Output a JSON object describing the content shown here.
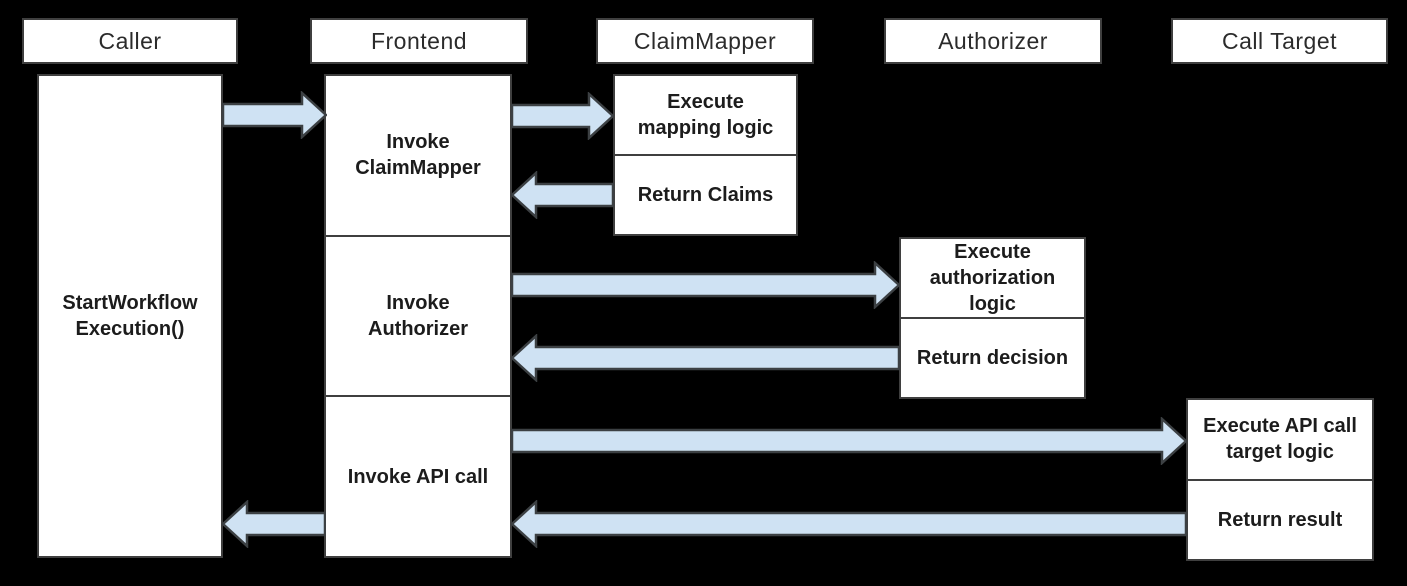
{
  "diagram": {
    "type": "sequence-diagram",
    "colors": {
      "background": "#000000",
      "box_fill": "#ffffff",
      "box_border": "#3f3f3f",
      "arrow_fill": "#cfe2f3",
      "arrow_border": "#3c4043",
      "text": "#1c1c1c"
    },
    "lanes": [
      {
        "label": "Caller"
      },
      {
        "label": "Frontend"
      },
      {
        "label": "ClaimMapper"
      },
      {
        "label": "Authorizer"
      },
      {
        "label": "Call Target"
      }
    ],
    "caller": {
      "activity": "StartWorkflow\nExecution()"
    },
    "frontend": {
      "steps": [
        {
          "label": "Invoke\nClaimMapper"
        },
        {
          "label": "Invoke\nAuthorizer"
        },
        {
          "label": "Invoke API call"
        }
      ]
    },
    "claimmapper": {
      "steps": [
        {
          "label": "Execute\nmapping logic"
        },
        {
          "label": "Return Claims"
        }
      ]
    },
    "authorizer": {
      "steps": [
        {
          "label": "Execute\nauthorization\nlogic"
        },
        {
          "label": "Return decision"
        }
      ]
    },
    "calltarget": {
      "steps": [
        {
          "label": "Execute API call\ntarget logic"
        },
        {
          "label": "Return result"
        }
      ]
    },
    "arrows": [
      {
        "from": "Caller",
        "to": "Frontend",
        "direction": "right"
      },
      {
        "from": "Frontend",
        "to": "ClaimMapper",
        "direction": "right"
      },
      {
        "from": "ClaimMapper",
        "to": "Frontend",
        "direction": "left"
      },
      {
        "from": "Frontend",
        "to": "Authorizer",
        "direction": "right"
      },
      {
        "from": "Authorizer",
        "to": "Frontend",
        "direction": "left"
      },
      {
        "from": "Frontend",
        "to": "Call Target",
        "direction": "right"
      },
      {
        "from": "Call Target",
        "to": "Frontend",
        "direction": "left"
      },
      {
        "from": "Frontend",
        "to": "Caller",
        "direction": "left"
      }
    ]
  }
}
